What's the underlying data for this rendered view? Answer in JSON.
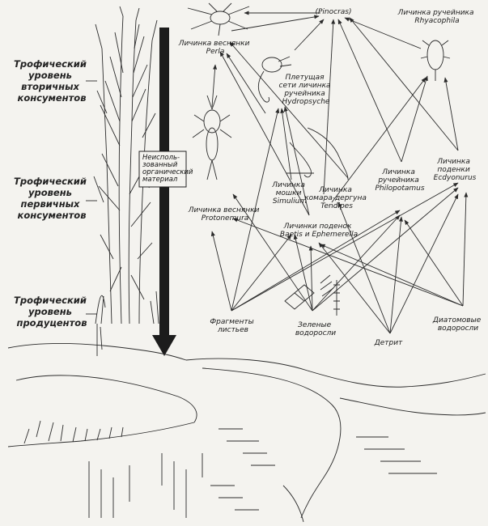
{
  "levels": {
    "secondary": [
      "Трофический",
      "уровень",
      "вторичных",
      "консументов"
    ],
    "primary": [
      "Трофический",
      "уровень",
      "первичных",
      "консументов"
    ],
    "producers": [
      "Трофический",
      "уровень",
      "продуцентов"
    ]
  },
  "unused_box": [
    "Неисполь-",
    "зованный",
    "органический",
    "материал"
  ],
  "nodes": {
    "pinocras": [
      "(Pinocras)"
    ],
    "perla": [
      "Личинка веснянки",
      "Perla"
    ],
    "rhyacophila": [
      "Личинка ручейника",
      "Rhyacophila"
    ],
    "hydropsyche": [
      "Плетущая",
      "сети личинка",
      "ручейника",
      "Hydropsyche"
    ],
    "protonemura": [
      "Личинка веснянки",
      "Protonemura"
    ],
    "simulium": [
      "Личинка",
      "мошки",
      "Simulium"
    ],
    "tendipes": [
      "Личинка",
      "комара-дергуна",
      "Tendipes"
    ],
    "philopotamus": [
      "Личинка",
      "ручейника",
      "Philopotamus"
    ],
    "ecdyonurus": [
      "Личинка",
      "поденки",
      "Ecdyonurus"
    ],
    "baetis": [
      "Личинки поденок",
      "Baetis и Ephemerella"
    ],
    "leaves": [
      "Фрагменты",
      "листьев"
    ],
    "green_algae": [
      "Зеленые",
      "водоросли"
    ],
    "detritus": [
      "Детрит"
    ],
    "diatoms": [
      "Диатомовые",
      "водоросли"
    ]
  }
}
